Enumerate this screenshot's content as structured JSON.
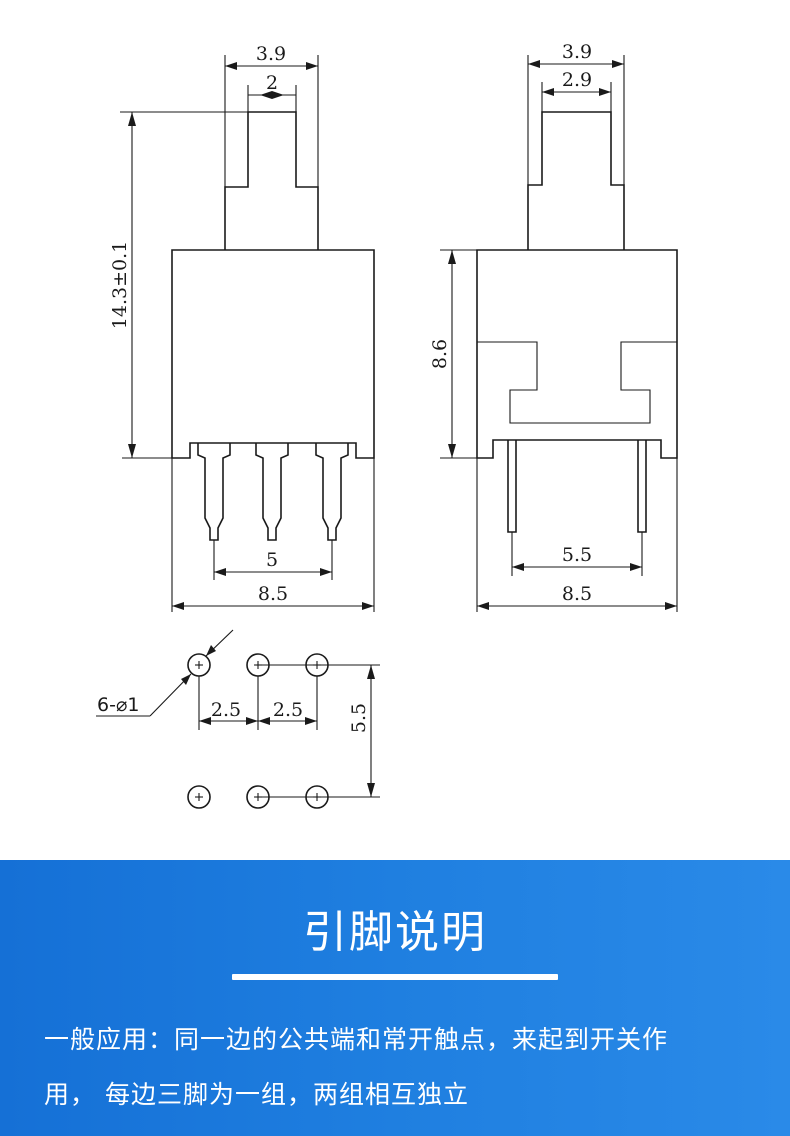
{
  "front_view": {
    "top_width": "3.9",
    "actuator_width": "2",
    "height": "14.3±0.1",
    "pin_pitch": "5",
    "body_width": "8.5"
  },
  "side_view": {
    "top_width": "3.9",
    "actuator_width": "2.9",
    "body_height": "8.6",
    "pin_span": "5.5",
    "body_width": "8.5"
  },
  "footprint": {
    "hole_spec": "6-⌀1",
    "pitch_1": "2.5",
    "pitch_2": "2.5",
    "row_spacing": "5.5"
  },
  "panel": {
    "title": "引脚说明",
    "line1": "一般应用：同一边的公共端和常开触点，来起到开关作",
    "line2": "用，  每边三脚为一组，两组相互独立"
  },
  "colors": {
    "panel_blue": "#1f7fe0",
    "drawing_line": "#1a1a1a"
  }
}
